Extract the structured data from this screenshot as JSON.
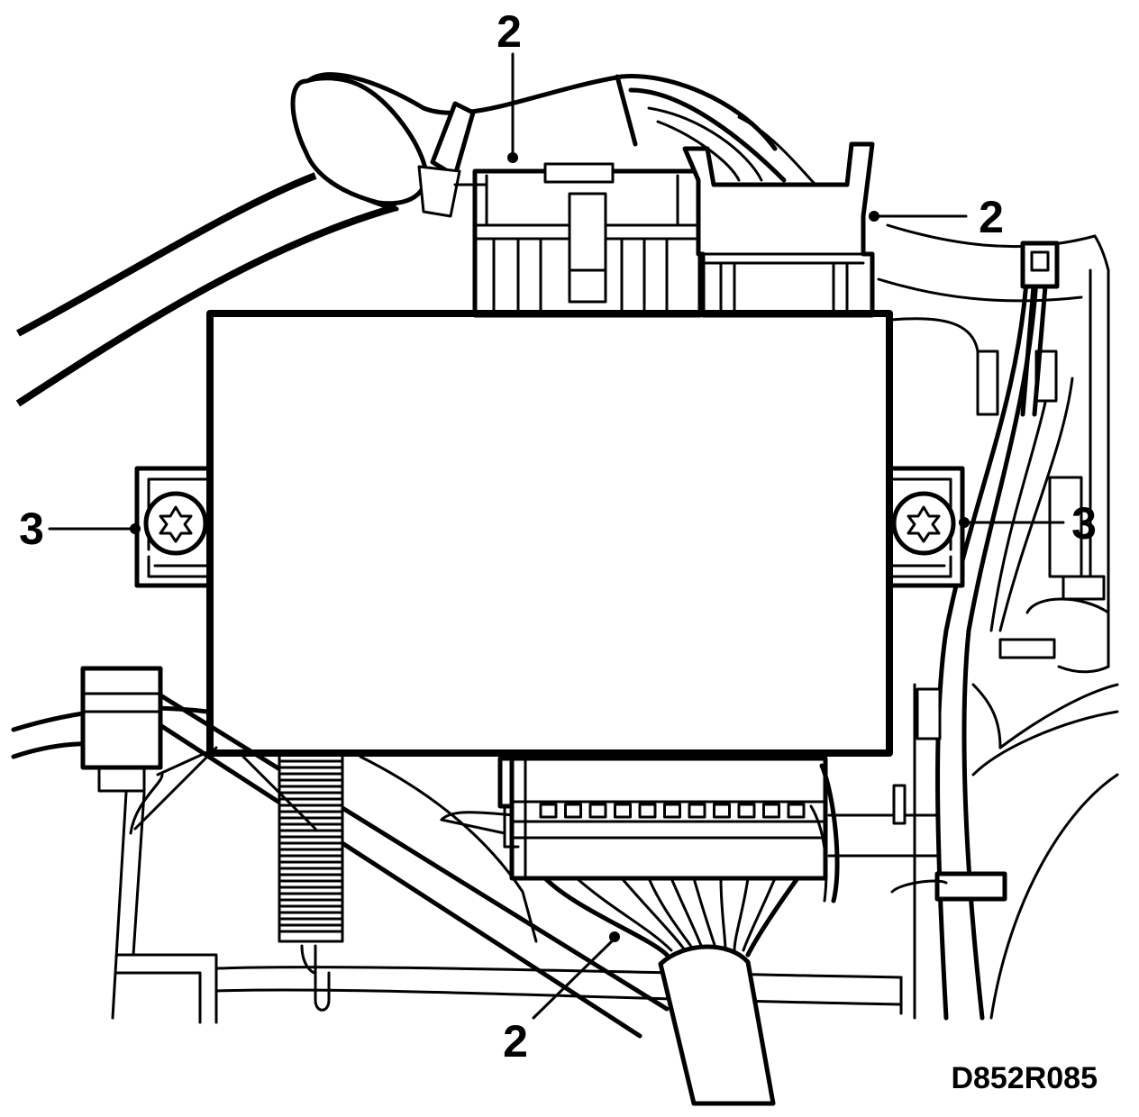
{
  "callouts": {
    "top_connector": "2",
    "right_connector": "2",
    "bottom_connector": "2",
    "left_screw": "3",
    "right_screw": "3"
  },
  "figure_code": "D852R085"
}
